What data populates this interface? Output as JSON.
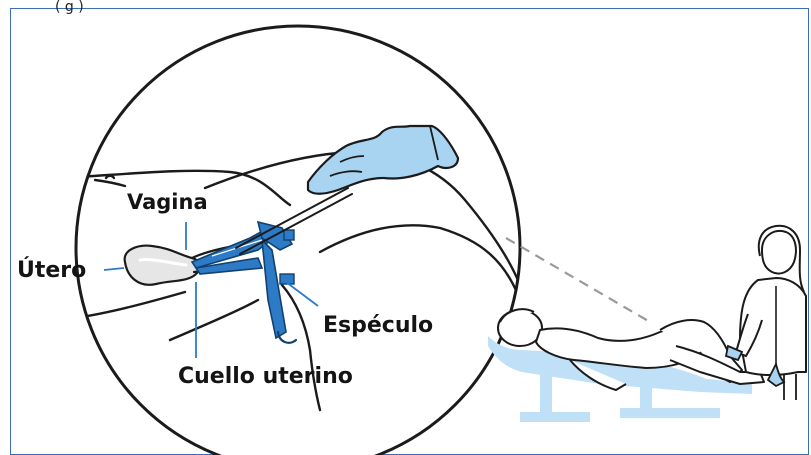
{
  "caption_fragment": "(                                   g  )",
  "labels": {
    "vagina": "Vagina",
    "utero": "Útero",
    "especulo": "Espéculo",
    "cuello_uterino": "Cuello uterino"
  },
  "colors": {
    "frame_border": "#3a6fb8",
    "glove_blue": "#a9d4f1",
    "speculum_blue": "#2d7bc6",
    "table_blue": "#bfe0f6",
    "line_dark": "#1b1b1b",
    "dashed_gray": "#9a9a9a"
  }
}
